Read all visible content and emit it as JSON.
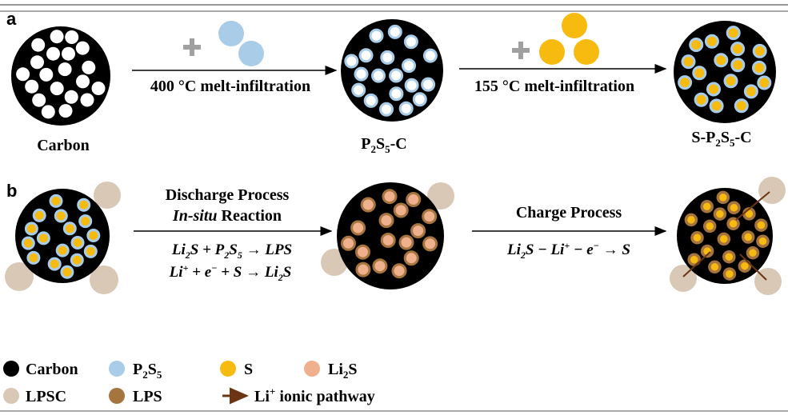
{
  "panel_a": {
    "label": "a",
    "carbon_label": "Carbon",
    "step1": {
      "plus": "+",
      "text": "400 °C melt-infiltration"
    },
    "intermediate_label": {
      "a": "P",
      "s1": "2",
      "b": "S",
      "s2": "5",
      "c": "-C"
    },
    "step2": {
      "plus": "+",
      "text": "155 °C melt-infiltration"
    },
    "final_label": {
      "a": "S-P",
      "s1": "2",
      "b": "S",
      "s2": "5",
      "c": "-C"
    }
  },
  "panel_b": {
    "label": "b",
    "discharge": {
      "title": "Discharge Process",
      "subtitle_italic": "In-situ",
      "subtitle_rest": " Reaction",
      "eq1": {
        "a": "Li",
        "s1": "2",
        "b": "S + P",
        "s2": "2",
        "c": "S",
        "s3": "5",
        "d": " → LPS"
      },
      "eq2": {
        "a": "Li",
        "sup1": "+",
        "b": " + e",
        "sup2": "−",
        "c": " + S → Li",
        "s1": "2",
        "d": "S"
      }
    },
    "charge": {
      "title": "Charge Process",
      "eq": {
        "a": "Li",
        "s1": "2",
        "b": "S − Li",
        "sup1": "+",
        "c": " − e",
        "sup2": "−",
        "d": " → S"
      }
    }
  },
  "legend": {
    "carbon": "Carbon",
    "p2s5": {
      "a": "P",
      "s1": "2",
      "b": "S",
      "s2": "5"
    },
    "s": "S",
    "li2s": {
      "a": "Li",
      "s1": "2",
      "b": "S"
    },
    "lpsc": "LPSC",
    "lps": "LPS",
    "pathway": {
      "a": "Li",
      "sup": "+",
      "b": " ionic pathway"
    }
  },
  "colors": {
    "carbon": "#000000",
    "p2s5": "#a9cce8",
    "sulfur": "#f7bb10",
    "li2s": "#efb08e",
    "lpsc": "#d8c8b5",
    "lps": "#a6743f",
    "arrow": "#000000",
    "pathway": "#6b3414",
    "plus": "#a0a0a0"
  }
}
